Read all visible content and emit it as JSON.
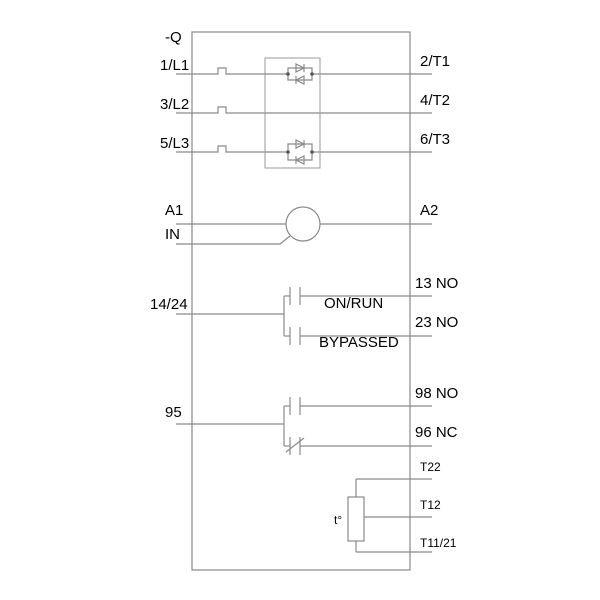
{
  "device_tag": "-Q",
  "terminals_left": {
    "l1": "1/L1",
    "l2": "3/L2",
    "l3": "5/L3",
    "a1": "A1",
    "in": "IN",
    "aux_common": "14/24",
    "fault_common": "95"
  },
  "terminals_right": {
    "t1": "2/T1",
    "t2": "4/T2",
    "t3": "6/T3",
    "a2": "A2",
    "no13": "13 NO",
    "no23": "23 NO",
    "no98": "98 NO",
    "nc96": "96 NC",
    "t22": "T22",
    "t12": "T12",
    "t1121": "T11/21"
  },
  "contact_labels": {
    "on_run": "ON/RUN",
    "bypassed": "BYPASSED"
  },
  "thermistor_symbol": "t°",
  "colors": {
    "line": "#8a8a8a",
    "text": "#000000",
    "background": "#ffffff"
  }
}
